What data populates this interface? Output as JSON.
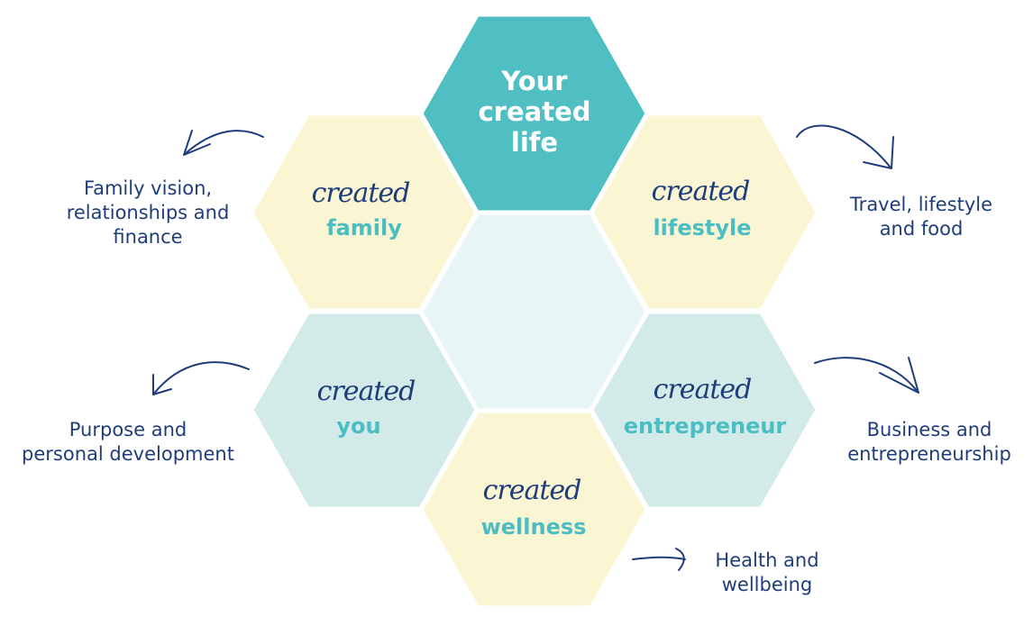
{
  "colors": {
    "teal": "#50bfc3",
    "cream": "#faf6d3",
    "mint": "#d3ebe8",
    "center": "#e8f5f5",
    "navy": "#1f3d7a",
    "label_teal": "#4bbdc3"
  },
  "center_hex": {
    "title_lines": [
      "Your",
      "created",
      "life"
    ]
  },
  "empty_hex": {},
  "hexes": [
    {
      "id": "family",
      "script": "created",
      "label": "family",
      "color": "cream",
      "description": [
        "Family vision,",
        "relationships and",
        "finance"
      ]
    },
    {
      "id": "lifestyle",
      "script": "created",
      "label": "lifestyle",
      "color": "cream",
      "description": [
        "Travel, lifestyle",
        "and food"
      ]
    },
    {
      "id": "you",
      "script": "created",
      "label": "you",
      "color": "mint",
      "description": [
        "Purpose and",
        "personal development"
      ]
    },
    {
      "id": "entrepreneur",
      "script": "created",
      "label": "entrepreneur",
      "color": "mint",
      "description": [
        "Business and",
        "entrepreneurship"
      ]
    },
    {
      "id": "wellness",
      "script": "created",
      "label": "wellness",
      "color": "cream",
      "description": [
        "Health and",
        "wellbeing"
      ]
    }
  ]
}
